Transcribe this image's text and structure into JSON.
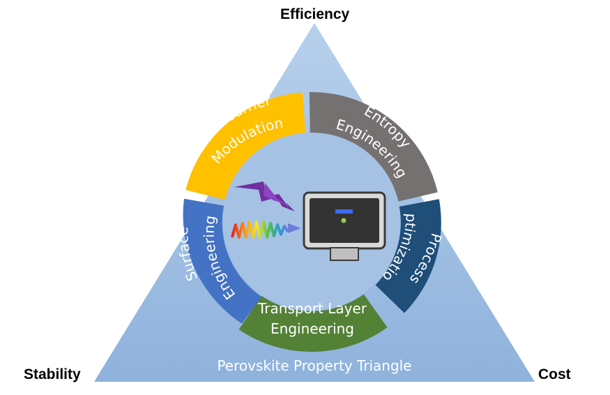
{
  "corners": {
    "top": "Efficiency",
    "left": "Stability",
    "right": "Cost"
  },
  "base_caption": "Perovskite Property Triangle",
  "segments": {
    "hot_carrier": [
      "Hot Carrier",
      "Modulation"
    ],
    "entropy": [
      "Entropy",
      "Engineering"
    ],
    "process": [
      "Process",
      "Optimization"
    ],
    "transport": [
      "Transport Layer",
      "Engineering"
    ],
    "surface": [
      "Surface",
      "Engineering"
    ]
  },
  "colors": {
    "triangle": "#a9c6e6",
    "inner_circle": "#a5c2e4",
    "hot_carrier": "#ffc000",
    "entropy": "#767171",
    "process": "#1f4e79",
    "transport": "#538135",
    "surface": "#4472c4",
    "lightning": "#7030a0",
    "monitor_screen": "#333333",
    "monitor_bar": "#3d6cf0",
    "monitor_dot": "#92d050"
  },
  "icons": [
    "lightning-bolt-icon",
    "light-wave-icon",
    "monitor-icon"
  ]
}
